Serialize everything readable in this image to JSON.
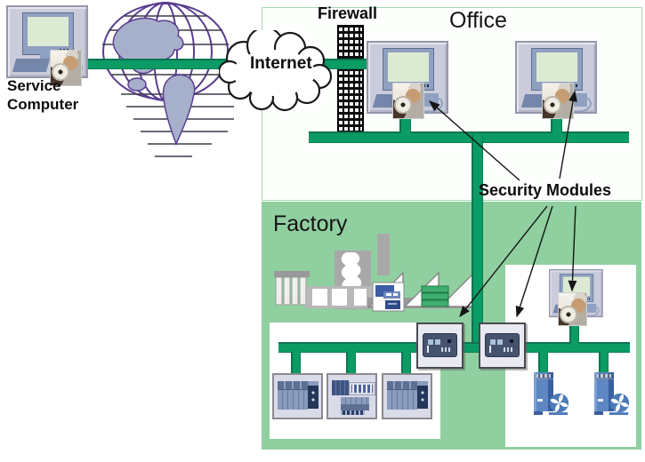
{
  "title": "Industrial network security diagram",
  "labels": {
    "service_computer": "Service Computer",
    "internet": "Internet",
    "firewall": "Firewall",
    "office": "Office",
    "factory": "Factory",
    "security_modules": "Security Modules"
  },
  "zones": {
    "office": {
      "label": "Office",
      "background": "#fdfffd",
      "border": "#a5d8b5"
    },
    "factory": {
      "label": "Factory",
      "background": "#90cf9f"
    }
  },
  "colors": {
    "network_line_green": "#0b9b64",
    "factory_background_green": "#90cf9f",
    "computer_body_gray": "#cbccdb",
    "screen_green": "#dcead4",
    "monitor_frame_blue": "#8fa0c0",
    "security_device_slate": "#46536e",
    "plc_module_blue": "#8a9cbd",
    "drive_blue": "#5d86c2",
    "firewall_black": "#0d0d0d",
    "globe_purple": "#5a3e8f",
    "continent_gray_blue": "#a7b0ca",
    "arrow_black": "#151515"
  },
  "icons": [
    "computer-icon",
    "security-module-photo-icon",
    "security-module-device-icon",
    "globe-icon",
    "internet-cloud-icon",
    "firewall-brick-icon",
    "factory-building-icon",
    "plc-icon",
    "drive-pump-icon",
    "arrow-icon"
  ],
  "counts": {
    "office_workstations": 2,
    "factory_plcs": 3,
    "factory_drives": 2,
    "security_module_boxes": 2,
    "security_module_photo_badges": 4,
    "annotation_arrows": 5
  },
  "connections": [
    "service computer - internet cloud",
    "internet cloud - firewall - office workstation 1",
    "office workstation 1 - office bus",
    "office workstation 2 - office bus",
    "office bus - factory bus (vertical trunk)",
    "factory bus - plc 1 / plc 2 / plc 3",
    "factory bus - security module box 1 / box 2",
    "factory workstation - drives bus - drive 1 / drive 2"
  ]
}
